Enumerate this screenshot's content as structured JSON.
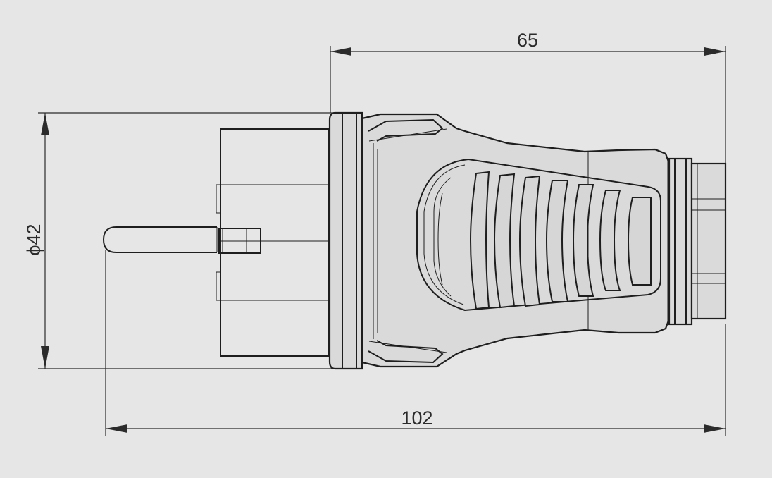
{
  "dimensions": {
    "top_length": "65",
    "diameter": "ϕ42",
    "overall_length": "102"
  },
  "colors": {
    "background": "#e6e6e6",
    "line": "#1e1e1e",
    "body_fill": "#dadada"
  }
}
